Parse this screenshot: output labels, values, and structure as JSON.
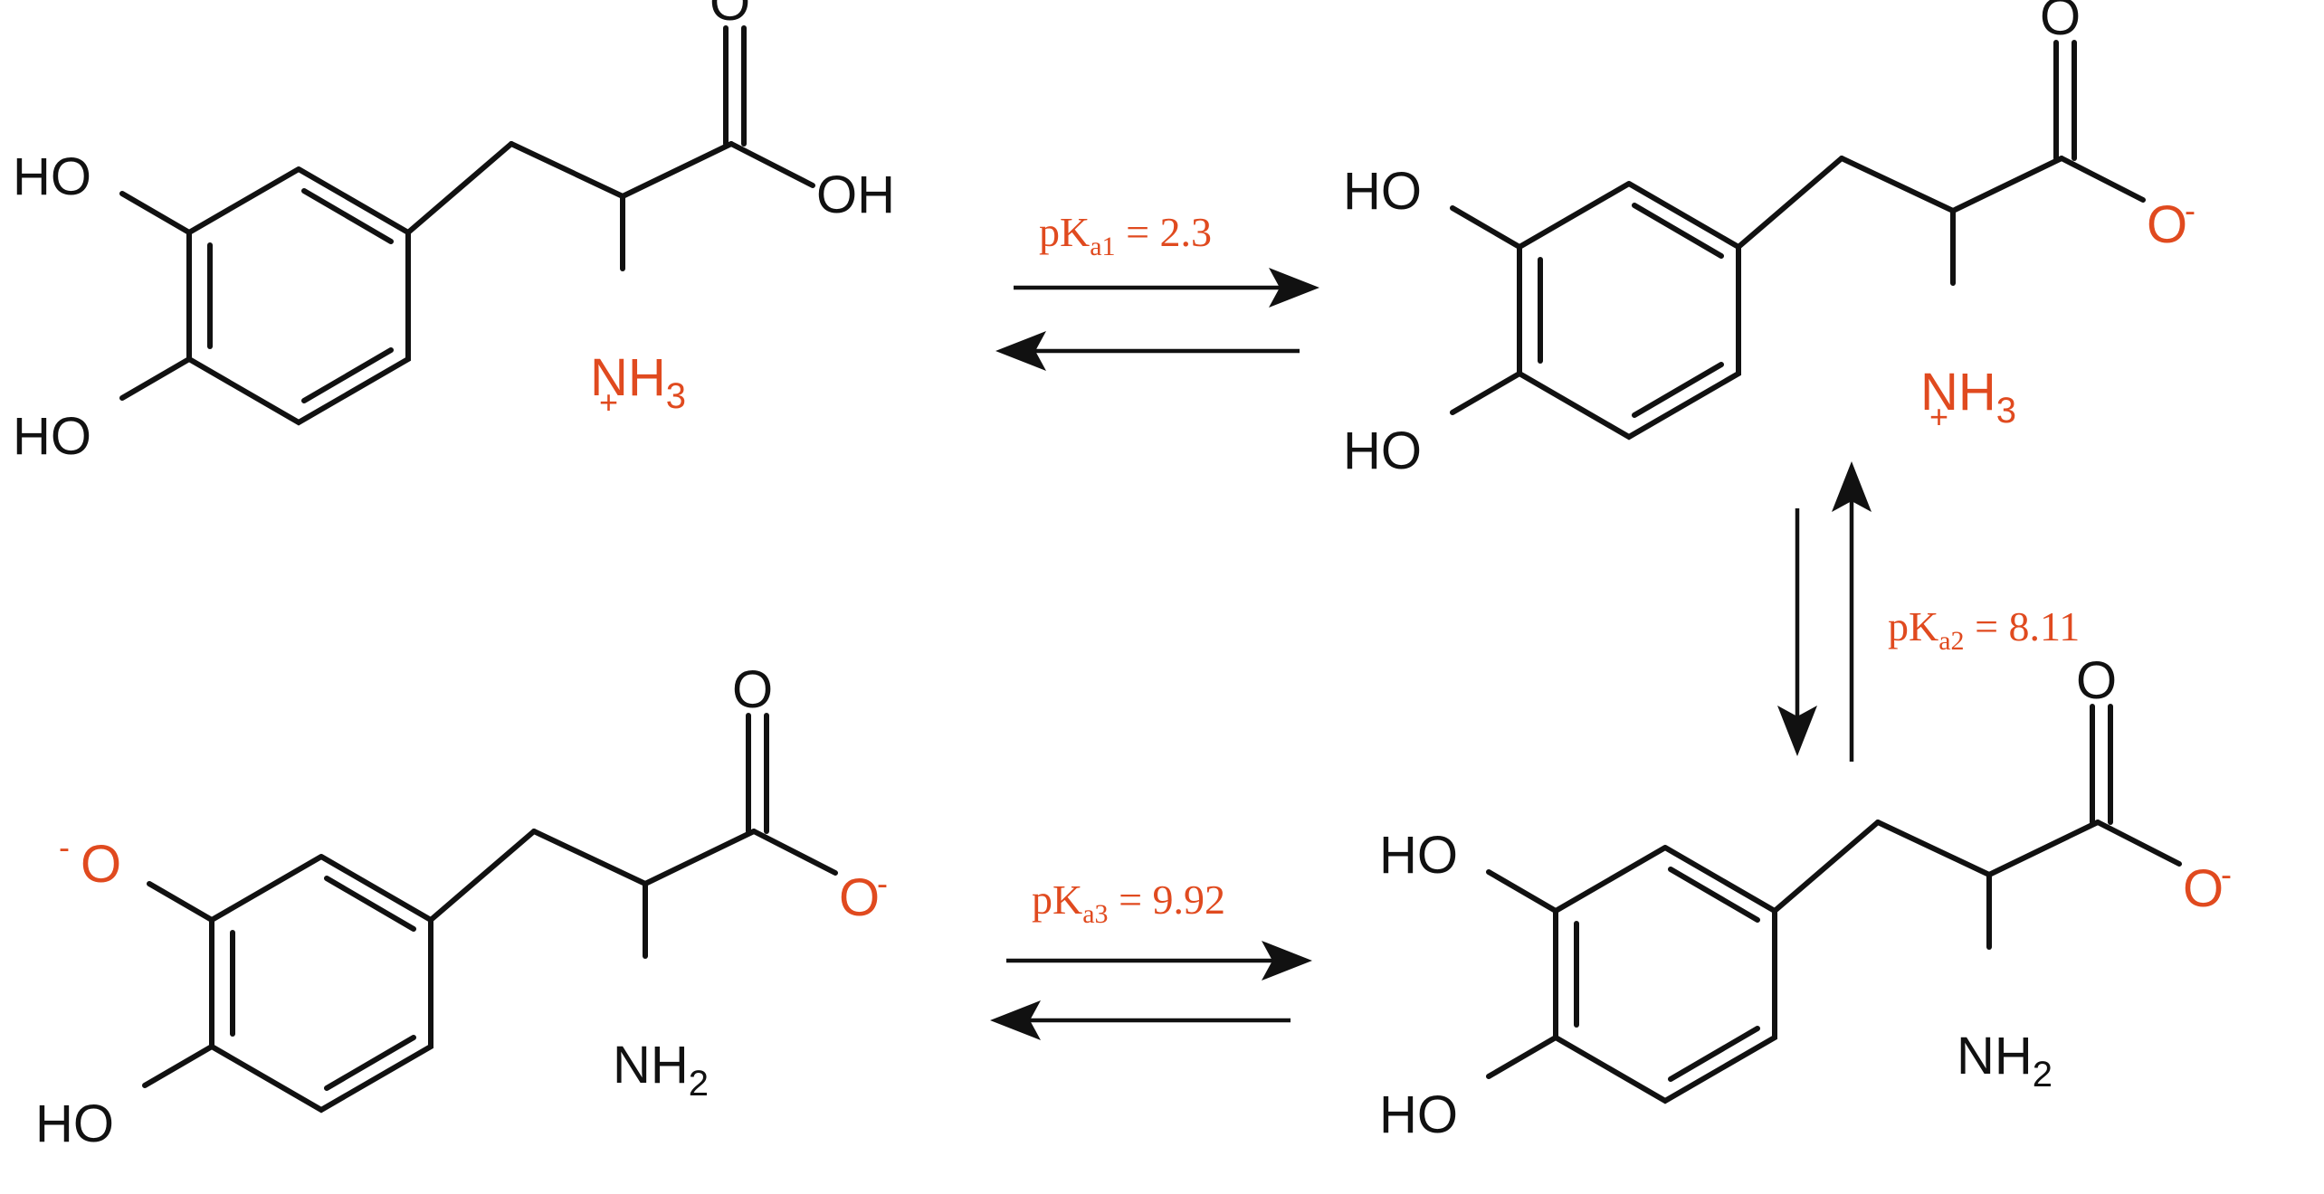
{
  "colors": {
    "ink": "#111111",
    "accent": "#e04a1f"
  },
  "molecules": {
    "m1": {
      "ho_top": "HO",
      "ho_bottom": "HO",
      "carbonyl_o": "O",
      "acid_oh": "OH",
      "amine": "NH",
      "amine_sub": "3",
      "charge_plus": "+"
    },
    "m2": {
      "ho_top": "HO",
      "ho_bottom": "HO",
      "carbonyl_o": "O",
      "carboxylate_o": "O",
      "carboxylate_charge": "-",
      "amine": "NH",
      "amine_sub": "3",
      "charge_plus": "+"
    },
    "m3": {
      "ho_top": "HO",
      "ho_bottom": "HO",
      "carbonyl_o": "O",
      "carboxylate_o": "O",
      "carboxylate_charge": "-",
      "amine": "NH",
      "amine_sub": "2"
    },
    "m4": {
      "phenoxide_charge": "-",
      "phenoxide_o": "O",
      "ho_bottom": "HO",
      "carbonyl_o": "O",
      "carboxylate_o": "O",
      "carboxylate_charge": "-",
      "amine": "NH",
      "amine_sub": "2"
    }
  },
  "equilibria": {
    "eq1": {
      "label_main": "pK",
      "label_sub": "a1",
      "label_value": " = 2.3"
    },
    "eq2": {
      "label_main": "pK",
      "label_sub": "a2",
      "label_value": " = 8.11"
    },
    "eq3": {
      "label_main": "pK",
      "label_sub": "a3",
      "label_value": " = 9.92"
    }
  }
}
